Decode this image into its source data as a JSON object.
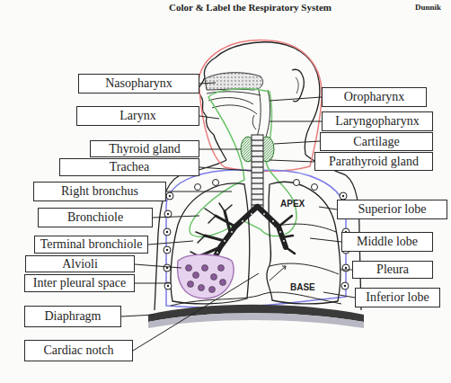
{
  "diagram": {
    "title": "Color & Label the Respiratory System",
    "nodes": [
      {
        "text": [
          "Nasopharynx"
        ]
      },
      {
        "text": [
          "Oropharynx"
        ]
      },
      {
        "text": [
          "Larynx"
        ]
      },
      {
        "text": [
          "Laryngopharynx"
        ]
      },
      {
        "text": [
          "Cartilage"
        ]
      },
      {
        "text": [
          "Thyroid gland"
        ]
      },
      {
        "text": [
          "Parathyroid gland"
        ]
      },
      {
        "text": [
          "Trachea"
        ]
      },
      {
        "text": [
          "Right bronchus"
        ]
      },
      {
        "text": [
          "Superior lobe"
        ]
      },
      {
        "text": [
          "Bronchiole"
        ]
      },
      {
        "text": [
          "Middle lobe"
        ]
      },
      {
        "text": [
          "Terminal bronchiole"
        ]
      },
      {
        "text": [
          "Alvioli"
        ]
      },
      {
        "text": [
          "Pleura"
        ]
      },
      {
        "text": [
          "Inter pleural space"
        ]
      },
      {
        "text": [
          "Inferior lobe"
        ]
      },
      {
        "text": [
          "Diaphragm"
        ]
      },
      {
        "text": [
          "Cardiac notch"
        ]
      }
    ],
    "labels": [
      "Dunnik",
      "APEX",
      "BASE"
    ]
  }
}
